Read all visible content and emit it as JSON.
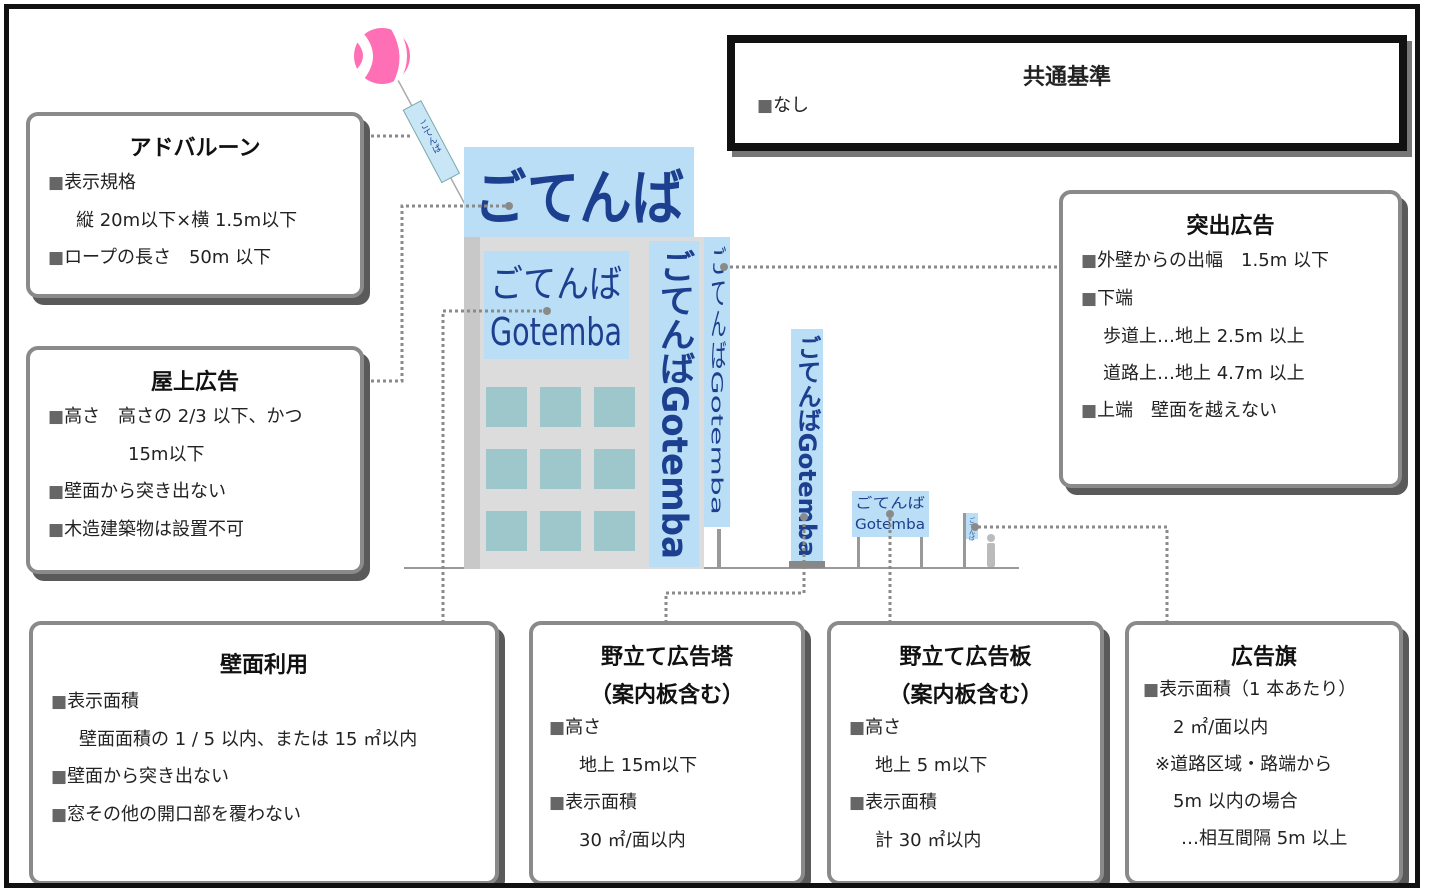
{
  "common": {
    "title": "共通基準",
    "lines": [
      "なし"
    ]
  },
  "balloon": {
    "title": "アドバルーン",
    "lines": [
      "表示規格",
      "縦 20m以下×横 1.5m以下",
      "ロープの長さ　50m 以下"
    ]
  },
  "rooftop": {
    "title": "屋上広告",
    "lines": [
      "高さ　高さの 2/3 以下、かつ",
      "15m以下",
      "壁面から突き出ない",
      "木造建築物は設置不可"
    ]
  },
  "projecting": {
    "title": "突出広告",
    "lines": [
      "外壁からの出幅　1.5m 以下",
      "下端",
      "歩道上…地上 2.5m 以上",
      "道路上…地上 4.7m 以上",
      "上端　壁面を越えない"
    ]
  },
  "wall": {
    "title": "壁面利用",
    "lines": [
      "表示面積",
      "壁面面積の 1 / 5 以内、または 15 ㎡以内",
      "壁面から突き出ない",
      "窓その他の開口部を覆わない"
    ]
  },
  "tower": {
    "title_1": "野立て広告塔",
    "title_2": "（案内板含む）",
    "lines": [
      "高さ",
      "地上 15m以下",
      "表示面積",
      "30 ㎡/面以内"
    ]
  },
  "board": {
    "title_1": "野立て広告板",
    "title_2": "（案内板含む）",
    "lines": [
      "高さ",
      "地上 5 m以下",
      "表示面積",
      "計 30 ㎡以内"
    ]
  },
  "flag": {
    "title": "広告旗",
    "lines": [
      "表示面積（1 本あたり）",
      "2 ㎡/面以内",
      "※道路区域・路端から",
      "5m 以内の場合",
      "…相互間隔 5m 以上"
    ]
  },
  "signs": {
    "roof": "ごてんば",
    "wall_1": "ごてんば",
    "wall_2": "Gotemba",
    "vertical": "ごてんばGotemba",
    "projecting": "ごてんばGotemba",
    "tower": "ごてんばGotemba",
    "board_1": "ごてんば",
    "board_2": "Gotemba",
    "balloon_banner": "ごてんば",
    "flag": "ごてんば"
  },
  "bullet": "■",
  "colors": {
    "sign": "#b9def5",
    "sign_text": "#1c3f8f",
    "building": "#dadada",
    "window": "#9ec7cb",
    "box_border": "#8a8a8a",
    "connector": "#8a8a8a",
    "balloon": "#ff69b4"
  }
}
